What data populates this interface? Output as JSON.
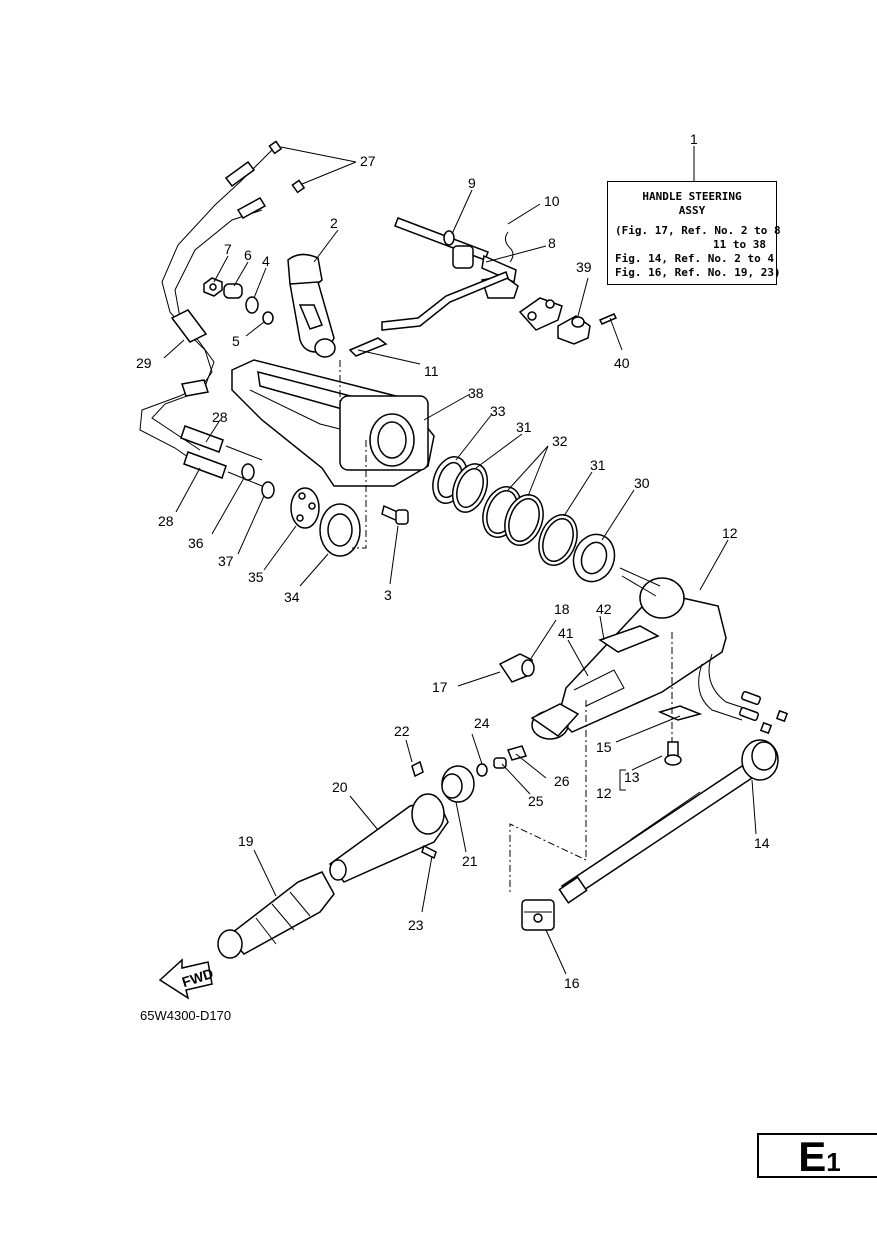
{
  "info_box": {
    "title_line1": "HANDLE STEERING",
    "title_line2": "ASSY",
    "ref_line1": "(Fig. 17, Ref. No. 2 to 8",
    "ref_line2": "11 to 38",
    "ref_line3": "Fig. 14, Ref. No. 2 to 4",
    "ref_line4": "Fig. 16, Ref. No. 19, 23)"
  },
  "callouts": {
    "n1": "1",
    "n2": "2",
    "n3": "3",
    "n4": "4",
    "n5": "5",
    "n6": "6",
    "n7": "7",
    "n8": "8",
    "n9": "9",
    "n10": "10",
    "n11": "11",
    "n12": "12",
    "n12b": "12",
    "n13": "13",
    "n14": "14",
    "n15": "15",
    "n16": "16",
    "n17": "17",
    "n18": "18",
    "n19": "19",
    "n20": "20",
    "n21": "21",
    "n22": "22",
    "n23": "23",
    "n24": "24",
    "n25": "25",
    "n26": "26",
    "n27": "27",
    "n28": "28",
    "n28b": "28",
    "n29": "29",
    "n30": "30",
    "n31": "31",
    "n31b": "31",
    "n32": "32",
    "n33": "33",
    "n34": "34",
    "n35": "35",
    "n36": "36",
    "n37": "37",
    "n38": "38",
    "n39": "39",
    "n40": "40",
    "n41": "41",
    "n42": "42"
  },
  "fwd_label": "FWD",
  "diagram_code": "65W4300-D170",
  "page_tag": {
    "letter": "E",
    "number": "1"
  }
}
